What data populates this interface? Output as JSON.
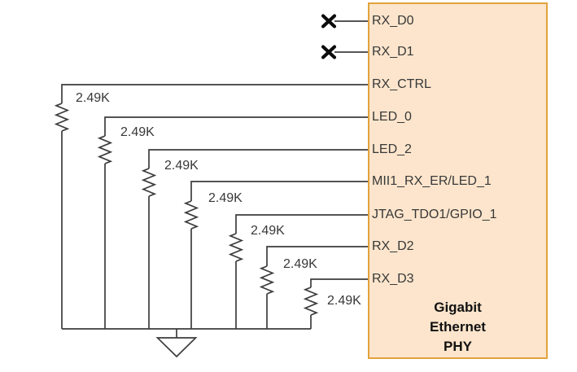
{
  "diagram": {
    "type": "schematic",
    "background_color": "#ffffff",
    "line_color": "#3d3d3d",
    "text_color": "#383838"
  },
  "phy_block": {
    "title": "Gigabit\nEthernet\nPHY",
    "fill_color": "#fce5cc",
    "border_color": "#e2a33c",
    "title_color": "#111111",
    "pins": [
      {
        "label": "RX_D0",
        "connection": "no-connect"
      },
      {
        "label": "RX_D1",
        "connection": "no-connect"
      },
      {
        "label": "RX_CTRL",
        "connection": "pulldown-resistor-to-ground"
      },
      {
        "label": "LED_0",
        "connection": "pulldown-resistor-to-ground"
      },
      {
        "label": "LED_2",
        "connection": "pulldown-resistor-to-ground"
      },
      {
        "label": "MII1_RX_ER/LED_1",
        "connection": "pulldown-resistor-to-ground"
      },
      {
        "label": "JTAG_TDO1/GPIO_1",
        "connection": "pulldown-resistor-to-ground"
      },
      {
        "label": "RX_D2",
        "connection": "pulldown-resistor-to-ground"
      },
      {
        "label": "RX_D3",
        "connection": "pulldown-resistor-to-ground"
      }
    ]
  },
  "resistors": [
    {
      "value": "2.49K"
    },
    {
      "value": "2.49K"
    },
    {
      "value": "2.49K"
    },
    {
      "value": "2.49K"
    },
    {
      "value": "2.49K"
    },
    {
      "value": "2.49K"
    },
    {
      "value": "2.49K"
    }
  ],
  "ground": {
    "type": "earth-ground"
  }
}
